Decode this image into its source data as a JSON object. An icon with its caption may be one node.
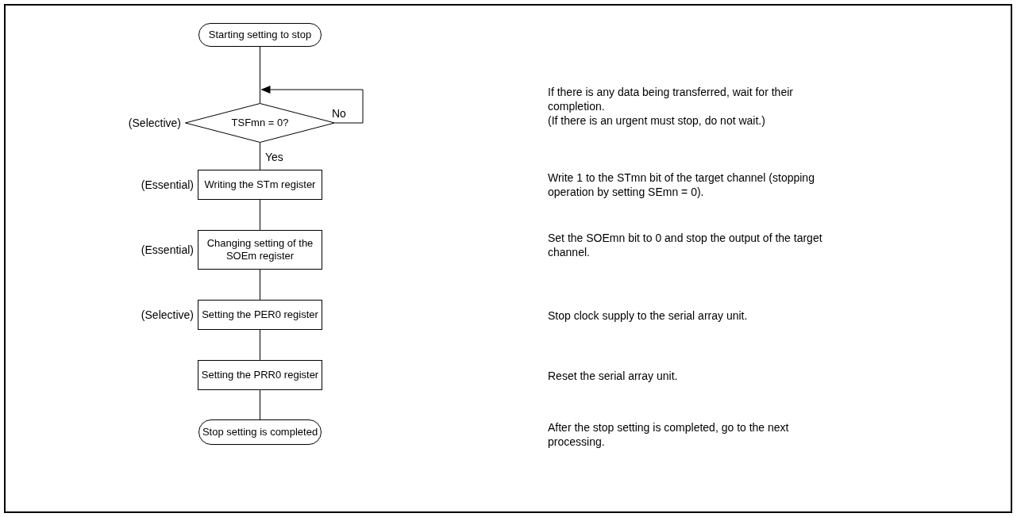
{
  "diagram": {
    "nodes": [
      {
        "text": [
          "Starting setting to stop"
        ]
      },
      {
        "text": [
          "TSFmn = 0?"
        ],
        "beside": [
          "(Selective)"
        ]
      },
      {
        "text": [
          "Writing the STm register"
        ],
        "beside": [
          "(Essential)"
        ]
      },
      {
        "text": [
          "Changing setting of the SOEm register"
        ],
        "beside": [
          "(Essential)"
        ]
      },
      {
        "text": [
          "Setting the PER0 register"
        ],
        "beside": [
          "(Selective)"
        ]
      },
      {
        "text": [
          "Setting the PRR0 register"
        ]
      },
      {
        "text": [
          "Stop setting is completed"
        ]
      }
    ],
    "edges": [
      {
        "from": 0,
        "to": 1,
        "arrow": "none"
      },
      {
        "from": 1,
        "to": 1,
        "arrow": "to",
        "label": "No"
      },
      {
        "from": 1,
        "to": 2,
        "arrow": "none",
        "label": "Yes"
      },
      {
        "from": 2,
        "to": 3,
        "arrow": "none"
      },
      {
        "from": 3,
        "to": 4,
        "arrow": "none"
      },
      {
        "from": 4,
        "to": 5,
        "arrow": "none"
      },
      {
        "from": 5,
        "to": 6,
        "arrow": "none"
      }
    ],
    "labels": [
      "If there is any data being transferred, wait for their completion.",
      "(If there is an urgent must stop, do not wait.)",
      "Write 1 to the STmn bit of the target channel (stopping operation by setting SEmn = 0).",
      "Set the SOEmn bit to 0 and stop the output of the target channel.",
      "Stop clock supply to the serial array unit.",
      "Reset the serial array unit.",
      "After the stop setting is completed, go to the next processing."
    ]
  }
}
